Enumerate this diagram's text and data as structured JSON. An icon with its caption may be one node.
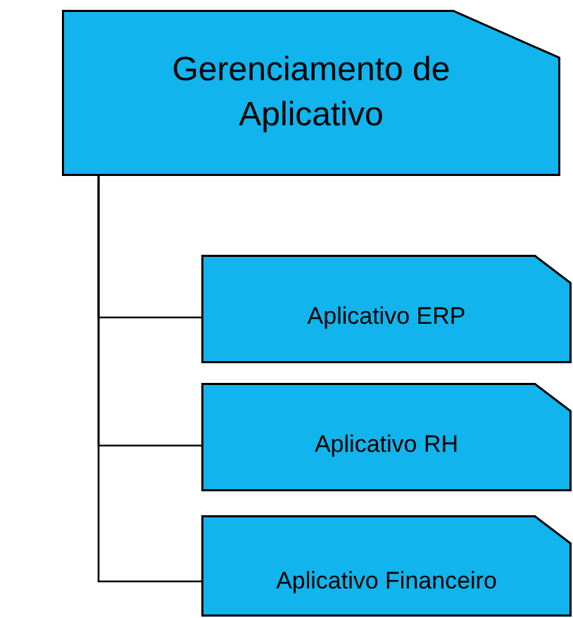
{
  "diagram": {
    "nodes": [
      {
        "text": [
          "Gerenciamento de Aplicativo"
        ]
      },
      {
        "text": [
          "Aplicativo ERP"
        ]
      },
      {
        "text": [
          "Aplicativo RH"
        ]
      },
      {
        "text": [
          "Aplicativo Financeiro"
        ]
      }
    ],
    "edges": [
      {
        "from": 0,
        "to": 1,
        "arrow": "none"
      },
      {
        "from": 0,
        "to": 2,
        "arrow": "none"
      },
      {
        "from": 0,
        "to": 3,
        "arrow": "none"
      }
    ]
  }
}
